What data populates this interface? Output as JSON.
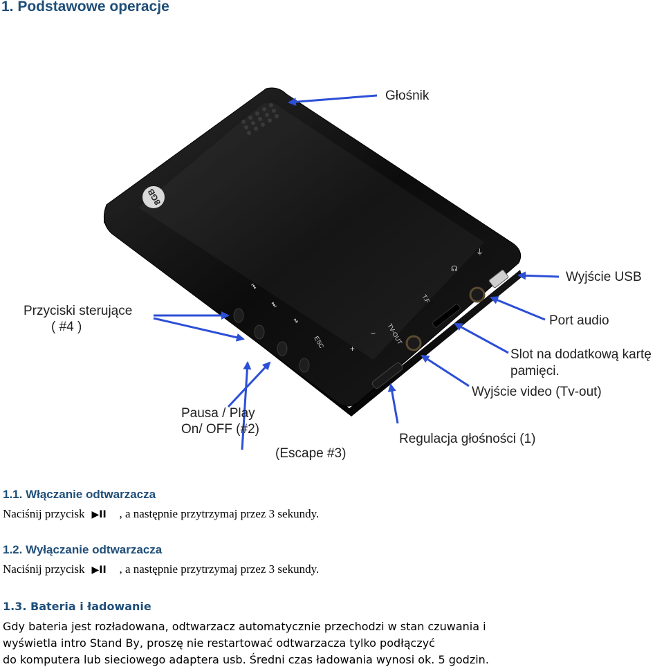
{
  "page": {
    "title": "1. Podstawowe operacje"
  },
  "figure": {
    "device_badge": "8GB",
    "port_marks": {
      "esc": "ESC",
      "tv_out": "TV-OUT",
      "plus": "+",
      "minus": "−"
    },
    "labels": {
      "speaker": "Głośnik",
      "usb_out": "Wyjście USB",
      "audio_port": "Port audio",
      "card_slot_line1": "Slot na dodatkową kartę",
      "card_slot_line2": "pamięci.",
      "video_out": "Wyjście video (Tv-out)",
      "volume": "Regulacja głośności (1)",
      "escape": "(Escape #3)",
      "pause_line1": "Pausa / Play",
      "pause_line2": "On/ OFF (#2)",
      "controls_line1": "Przyciski sterujące",
      "controls_line2": "( #4 )"
    },
    "colors": {
      "arrow": "#2c4fd6",
      "device": "#111111"
    }
  },
  "sections": [
    {
      "heading": "1.1. Włączanie odtwarzacza",
      "text_before": "Naciśnij przycisk",
      "button_icon": "play-pause-icon",
      "text_after": ", a następnie przytrzymaj przez 3 sekundy."
    },
    {
      "heading": "1.2. Wyłączanie odtwarzacza",
      "text_before": "Naciśnij przycisk",
      "button_icon": "play-pause-icon",
      "text_after": ", a następnie przytrzymaj przez 3 sekundy."
    },
    {
      "heading": "1.3. Bateria i ładowanie",
      "lines": [
        "Gdy bateria jest rozładowana, odtwarzacz automatycznie przechodzi w stan czuwania i",
        "wyświetla intro Stand By, proszę nie restartować odtwarzacza tylko podłączyć",
        "do komputera lub sieciowego adaptera usb. Średni czas ładowania wynosi ok. 5 godzin."
      ]
    }
  ]
}
